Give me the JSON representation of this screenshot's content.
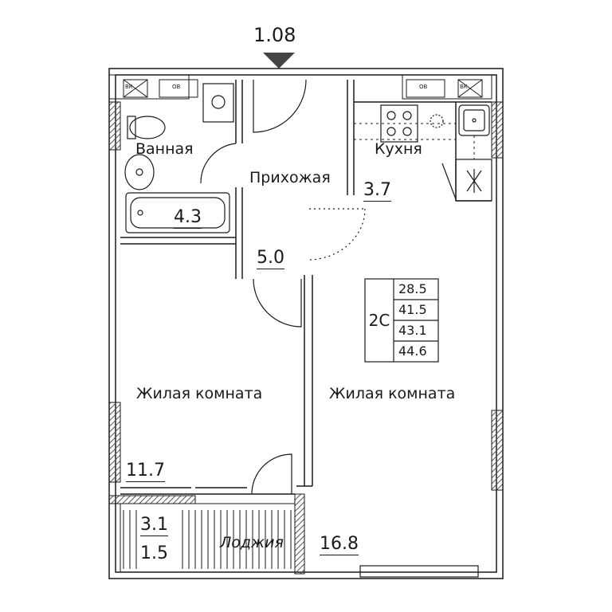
{
  "marker": {
    "label": "1.08"
  },
  "rooms": {
    "bath": {
      "name": "Ванная",
      "area": "4.3"
    },
    "hall": {
      "name": "Прихожая",
      "area": "5.0"
    },
    "kitchen": {
      "name": "Кухня",
      "area": "3.7"
    },
    "room1": {
      "name": "Жилая комната",
      "area": "11.7"
    },
    "room2": {
      "name": "Жилая комната",
      "area": "16.8"
    },
    "loggia": {
      "name": "Лоджия",
      "area_a": "3.1",
      "area_b": "1.5"
    }
  },
  "spec": {
    "type": "2С",
    "values": [
      "28.5",
      "41.5",
      "43.1",
      "44.6"
    ]
  },
  "fixtures": {
    "vent_label_a": "ВК",
    "vent_label_b": "ОВ"
  },
  "colors": {
    "line": "#1a1a1a",
    "hatch": "#555555",
    "background": "#ffffff"
  }
}
